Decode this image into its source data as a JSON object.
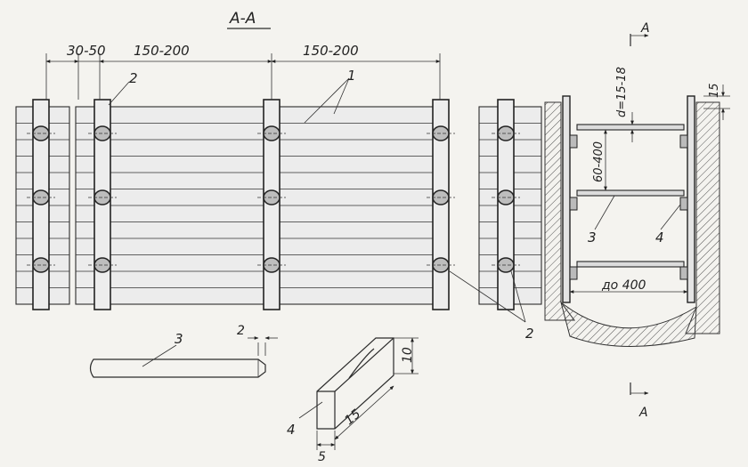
{
  "section_title": "А-А",
  "front_view": {
    "dim_gap": "30-50",
    "dim_span_left": "150-200",
    "dim_span_right": "150-200",
    "label_boards": "1",
    "label_posts_top": "2",
    "label_posts_bottom": "2"
  },
  "section_view": {
    "cut_marker": "А",
    "dim_pin_diameter": "d=15-18",
    "dim_top_offset": "15",
    "dim_pin_spacing": "60-400",
    "dim_width": "до 400",
    "label_strut": "3",
    "label_block": "4"
  },
  "detail_pin": {
    "label": "3",
    "dim_taper": "2"
  },
  "detail_block": {
    "label": "4",
    "dim_height": "10",
    "dim_length": "15",
    "dim_width": "5"
  }
}
